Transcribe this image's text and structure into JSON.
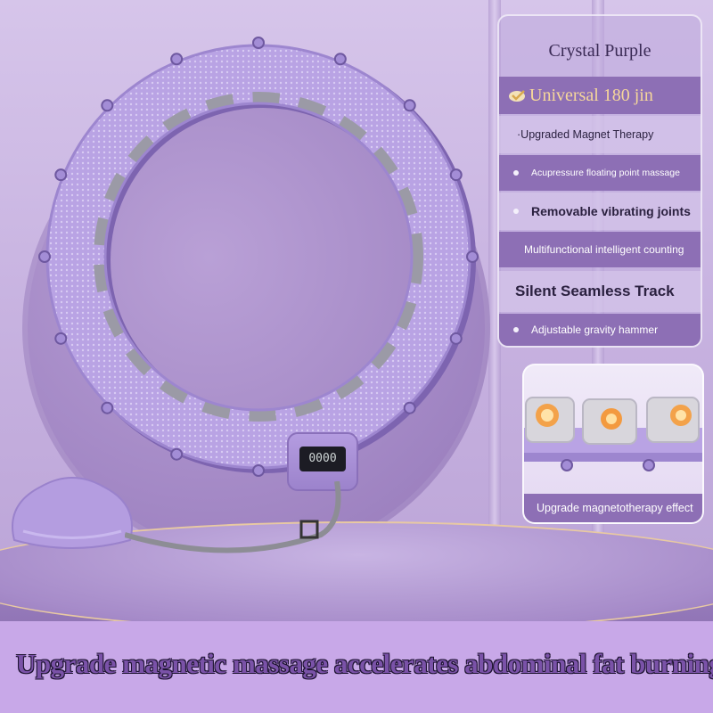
{
  "product": {
    "color_name": "Crystal Purple",
    "capacity": "Universal 180 jin",
    "features": [
      "·Upgraded Magnet Therapy",
      "Acupressure floating point massage",
      "Removable vibrating joints",
      "Multifunctional intelligent counting",
      "Silent Seamless Track",
      "Adjustable gravity hammer"
    ]
  },
  "inset": {
    "caption": "Upgrade magnetotherapy effect"
  },
  "banner": {
    "headline": "Upgrade magnetic massage accelerates abdominal fat burning"
  },
  "display": {
    "counter": "0000"
  },
  "colors": {
    "accent_purple": "#8d6fb5",
    "highlight_gold": "#f6d79a",
    "banner_bg": "#c8a8e8"
  },
  "icons": [
    "check-icon",
    "bullet-dot-icon"
  ]
}
